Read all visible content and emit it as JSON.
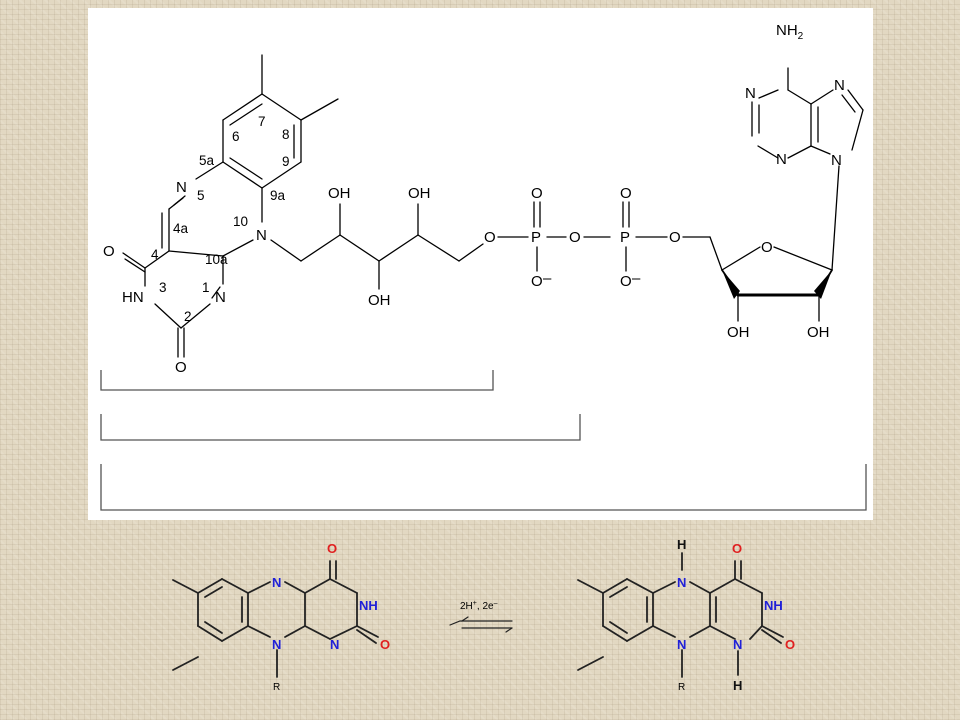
{
  "fad_structure": {
    "atoms": {
      "o4": "O",
      "hn3": "HN",
      "o2": "O",
      "n1": "N",
      "n5": "N",
      "n10": "N",
      "oh_a": "OH",
      "oh_b": "OH",
      "oh_c": "OH",
      "o_link1": "O",
      "p1": "P",
      "o_p1_top": "O",
      "o_p1_bottom": "O",
      "o_bridge": "O",
      "p2": "P",
      "o_p2_top": "O",
      "o_p2_bottom": "O",
      "o_link2": "O",
      "o_ring": "O",
      "oh_2p": "OH",
      "oh_3p": "OH",
      "n_ad_1": "N",
      "n_ad_3": "N",
      "n_ad_7": "N",
      "n_ad_9": "N",
      "nh2": "NH",
      "nh2_sub": "2"
    },
    "charges": {
      "o_p1_bottom": "–",
      "o_p2_bottom": "–"
    },
    "ring_numbers": {
      "n1": "1",
      "n2": "2",
      "n3": "3",
      "n4": "4",
      "n4a": "4a",
      "n5": "5",
      "n5a": "5a",
      "n6": "6",
      "n7": "7",
      "n8": "8",
      "n9": "9",
      "n9a": "9a",
      "n10": "10",
      "n10a": "10a"
    }
  },
  "reaction": {
    "reagent_main": "2H",
    "reagent_sup": "+",
    "reagent_sep": ", 2e",
    "reagent_sup2": "–",
    "left": {
      "n_top": "N",
      "n_bottom": "N",
      "n10": "N",
      "nh": "NH",
      "o_top": "O",
      "o_right": "O",
      "r": "R"
    },
    "right": {
      "n_top": "N",
      "h_top": "H",
      "n10": "N",
      "n_bottom": "N",
      "h_bottom": "H",
      "nh": "NH",
      "o_top": "O",
      "o_right": "O",
      "r": "R"
    }
  },
  "colors": {
    "nitrogen": "#2020d8",
    "oxygen": "#e02020",
    "background": "#e2d8c2",
    "panel": "#ffffff"
  }
}
